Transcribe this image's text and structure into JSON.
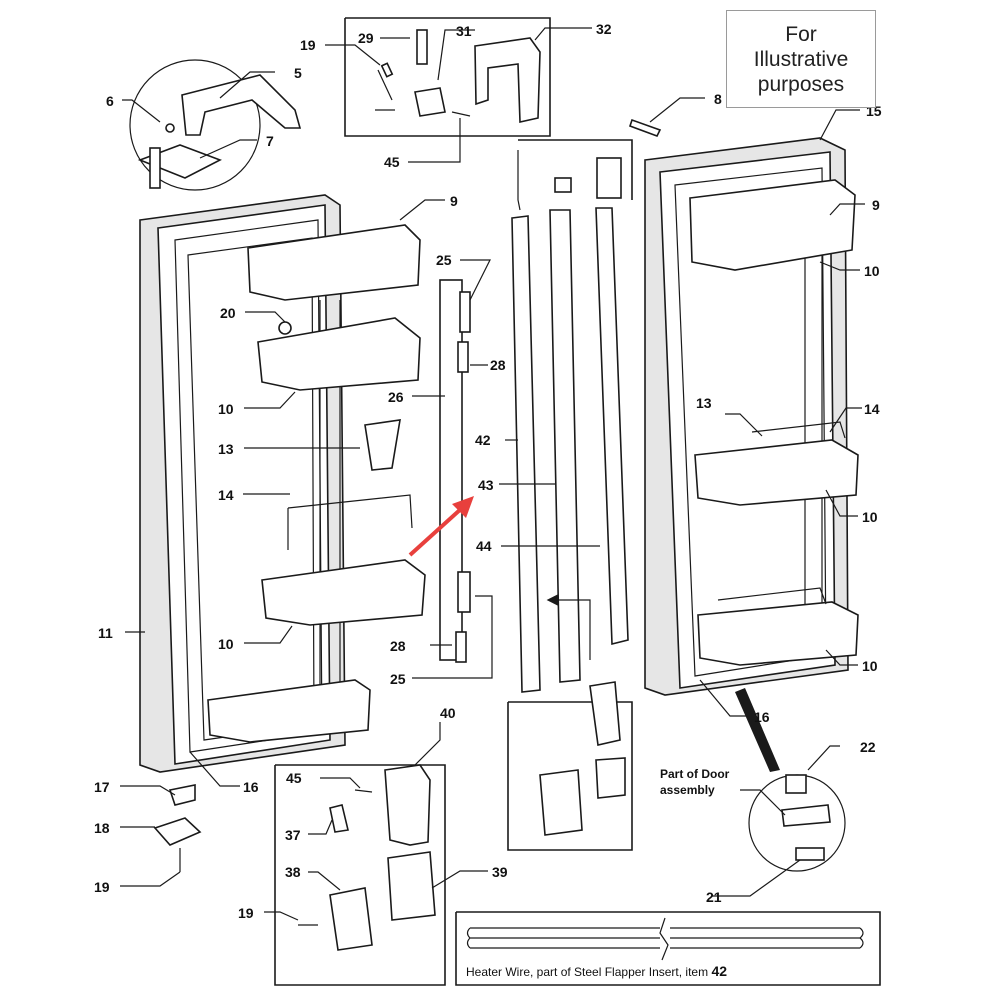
{
  "note": {
    "lines": [
      "For",
      "Illustrative",
      "purposes"
    ]
  },
  "callouts": {
    "c29": "29",
    "c31": "31",
    "c32": "32",
    "c19_top": "19",
    "c45_top": "45",
    "c5": "5",
    "c6": "6",
    "c7": "7",
    "c8": "8",
    "c15": "15",
    "c9_left": "9",
    "c9_right": "9",
    "c10_right_top": "10",
    "c10_right_mid": "10",
    "c10_right_bot": "10",
    "c25_top": "25",
    "c28_top": "28",
    "c26": "26",
    "c42": "42",
    "c43": "43",
    "c44": "44",
    "c28_bot": "28",
    "c25_bot": "25",
    "c20": "20",
    "c10_left_a": "10",
    "c13_left": "13",
    "c14_left": "14",
    "c10_left_b": "10",
    "c11": "11",
    "c16_left": "16",
    "c16_right": "16",
    "c13_right": "13",
    "c14_right": "14",
    "c17": "17",
    "c18": "18",
    "c19_bot": "19",
    "c40": "40",
    "c45_mid": "45",
    "c37": "37",
    "c38": "38",
    "c39": "39",
    "c19_mid": "19",
    "c22": "22",
    "c21": "21"
  },
  "door_note": {
    "line1": "Part of Door",
    "line2": "assembly"
  },
  "heater_caption": {
    "text": "Heater Wire, part of Steel Flapper Insert, item ",
    "item": "42"
  },
  "colors": {
    "arrow": "#e8403d",
    "line": "#1a1a1a"
  }
}
